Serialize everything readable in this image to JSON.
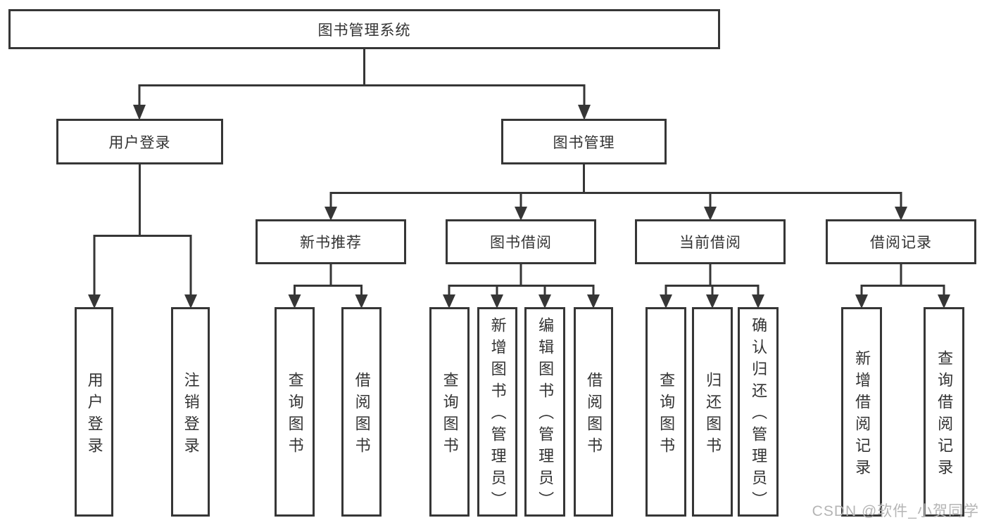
{
  "watermark": "CSDN @软件_小贺同学",
  "colors": {
    "line": "#363636",
    "background": "#ffffff",
    "watermark_text": "#b5b5b5"
  },
  "tree": {
    "label": "图书管理系统",
    "children": [
      {
        "label": "用户登录",
        "children": [
          {
            "label": "用户登录"
          },
          {
            "label": "注销登录"
          }
        ]
      },
      {
        "label": "图书管理",
        "children": [
          {
            "label": "新书推荐",
            "children": [
              {
                "label": "查询图书"
              },
              {
                "label": "借阅图书"
              }
            ]
          },
          {
            "label": "图书借阅",
            "children": [
              {
                "label": "查询图书"
              },
              {
                "label": "新增图书（管理员）"
              },
              {
                "label": "编辑图书（管理员）"
              },
              {
                "label": "借阅图书"
              }
            ]
          },
          {
            "label": "当前借阅",
            "children": [
              {
                "label": "查询图书"
              },
              {
                "label": "归还图书"
              },
              {
                "label": "确认归还（管理员）"
              }
            ]
          },
          {
            "label": "借阅记录",
            "children": [
              {
                "label": "新增借阅记录"
              },
              {
                "label": "查询借阅记录"
              }
            ]
          }
        ]
      }
    ]
  }
}
